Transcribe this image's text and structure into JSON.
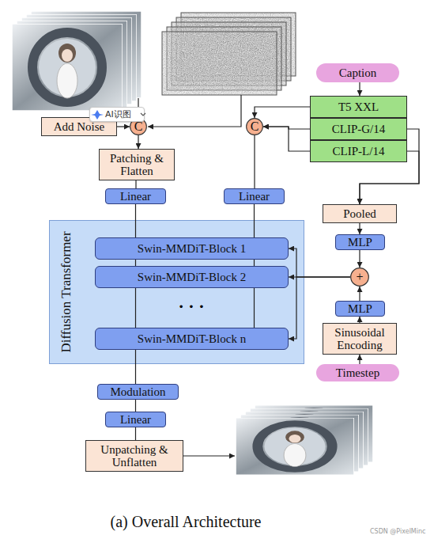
{
  "diagram": {
    "caption": "(a) Overall Architecture",
    "nodes": [
      {
        "text": [
          "Caption"
        ]
      },
      {
        "text": [
          "T5 XXL"
        ]
      },
      {
        "text": [
          "CLIP-G/14"
        ]
      },
      {
        "text": [
          "CLIP-L/14"
        ]
      },
      {
        "text": [
          "Add Noise"
        ]
      },
      {
        "text": [
          "C"
        ]
      },
      {
        "text": [
          "C"
        ]
      },
      {
        "text": [
          "Patching & Flatten"
        ]
      },
      {
        "text": [
          "Linear"
        ]
      },
      {
        "text": [
          "Linear"
        ]
      },
      {
        "text": [
          "Pooled"
        ]
      },
      {
        "text": [
          "Diffusion Transformer"
        ]
      },
      {
        "text": [
          "Swin-MMDiT-Block 1"
        ],
        "in": 11
      },
      {
        "text": [
          "Swin-MMDiT-Block 2"
        ],
        "in": 11
      },
      {
        "text": [
          "Swin-MMDiT-Block n"
        ],
        "in": 11
      },
      {
        "text": [
          "MLP"
        ]
      },
      {
        "text": [
          "+"
        ]
      },
      {
        "text": [
          "MLP"
        ]
      },
      {
        "text": [
          "Sinusoidal Encoding"
        ]
      },
      {
        "text": [
          "Timestep"
        ]
      },
      {
        "text": [
          "Modulation"
        ]
      },
      {
        "text": [
          "Linear"
        ]
      },
      {
        "text": [
          "Unpatching & Unflatten"
        ]
      }
    ],
    "edges": [
      {
        "from": 0,
        "to": 1,
        "arrow": "to"
      },
      {
        "from": 4,
        "to": 5,
        "arrow": "to"
      },
      {
        "from": 5,
        "to": 7,
        "arrow": "to"
      },
      {
        "from": 7,
        "to": 8,
        "arrow": "none"
      },
      {
        "from": 1,
        "to": 6,
        "arrow": "to"
      },
      {
        "from": 2,
        "to": 6,
        "arrow": "to"
      },
      {
        "from": 3,
        "to": 6,
        "arrow": "to"
      },
      {
        "from": 6,
        "to": 9,
        "arrow": "none"
      },
      {
        "from": 2,
        "to": 10,
        "arrow": "to"
      },
      {
        "from": 3,
        "to": 10,
        "arrow": "to"
      },
      {
        "from": 8,
        "to": 12,
        "arrow": "none"
      },
      {
        "from": 9,
        "to": 12,
        "arrow": "none"
      },
      {
        "from": 12,
        "to": 13,
        "arrow": "none"
      },
      {
        "from": 12,
        "to": 13,
        "arrow": "none"
      },
      {
        "from": 13,
        "to": 14,
        "arrow": "none"
      },
      {
        "from": 13,
        "to": 14,
        "arrow": "none"
      },
      {
        "from": 14,
        "to": 20,
        "arrow": "none"
      },
      {
        "from": 10,
        "to": 15,
        "arrow": "to"
      },
      {
        "from": 15,
        "to": 16,
        "arrow": "to"
      },
      {
        "from": 17,
        "to": 16,
        "arrow": "to"
      },
      {
        "from": 18,
        "to": 17,
        "arrow": "to"
      },
      {
        "from": 19,
        "to": 18,
        "arrow": "to"
      },
      {
        "from": 16,
        "to": 13,
        "arrow": "to"
      },
      {
        "from": 16,
        "to": 12,
        "arrow": "to"
      },
      {
        "from": 16,
        "to": 14,
        "arrow": "to"
      },
      {
        "from": 20,
        "to": 21,
        "arrow": "none"
      },
      {
        "from": 21,
        "to": 22,
        "arrow": "none"
      }
    ],
    "labels": [
      "AI识图",
      "· · ·",
      "CSDN @PixelMinc"
    ]
  }
}
